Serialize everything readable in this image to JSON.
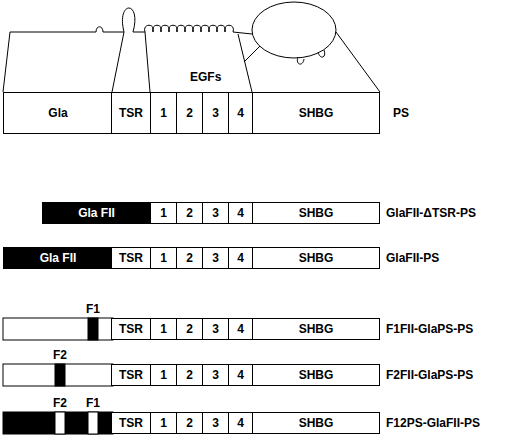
{
  "diagram": {
    "nodes": [
      {
        "text": [
          "Gla"
        ]
      },
      {
        "text": [
          "TSR"
        ]
      },
      {
        "text": [
          "1"
        ]
      },
      {
        "text": [
          "2"
        ]
      },
      {
        "text": [
          "3"
        ]
      },
      {
        "text": [
          "4"
        ]
      },
      {
        "text": [
          "SHBG"
        ]
      },
      {
        "text": [
          "Gla FII"
        ]
      },
      {
        "text": [
          "1"
        ]
      },
      {
        "text": [
          "2"
        ]
      },
      {
        "text": [
          "3"
        ]
      },
      {
        "text": [
          "4"
        ]
      },
      {
        "text": [
          "SHBG"
        ]
      },
      {
        "text": [
          "Gla FII"
        ]
      },
      {
        "text": [
          "TSR"
        ]
      },
      {
        "text": [
          "1"
        ]
      },
      {
        "text": [
          "2"
        ]
      },
      {
        "text": [
          "3"
        ]
      },
      {
        "text": [
          "4"
        ]
      },
      {
        "text": [
          "SHBG"
        ]
      },
      {
        "text": [
          "TSR"
        ]
      },
      {
        "text": [
          "1"
        ]
      },
      {
        "text": [
          "2"
        ]
      },
      {
        "text": [
          "3"
        ]
      },
      {
        "text": [
          "4"
        ]
      },
      {
        "text": [
          "SHBG"
        ]
      },
      {
        "text": [
          "TSR"
        ]
      },
      {
        "text": [
          "1"
        ]
      },
      {
        "text": [
          "2"
        ]
      },
      {
        "text": [
          "3"
        ]
      },
      {
        "text": [
          "4"
        ]
      },
      {
        "text": [
          "SHBG"
        ]
      },
      {
        "text": [
          "TSR"
        ]
      },
      {
        "text": [
          "1"
        ]
      },
      {
        "text": [
          "2"
        ]
      },
      {
        "text": [
          "3"
        ]
      },
      {
        "text": [
          "4"
        ]
      },
      {
        "text": [
          "SHBG"
        ]
      }
    ],
    "labels": [
      "EGFs",
      "PS",
      "GlaFII-ΔTSR-PS",
      "GlaFII-PS",
      "F1",
      "F1FII-GlaPS-PS",
      "F2",
      "F2FII-GlaPS-PS",
      "F2",
      "F1",
      "F12PS-GlaFII-PS"
    ]
  }
}
